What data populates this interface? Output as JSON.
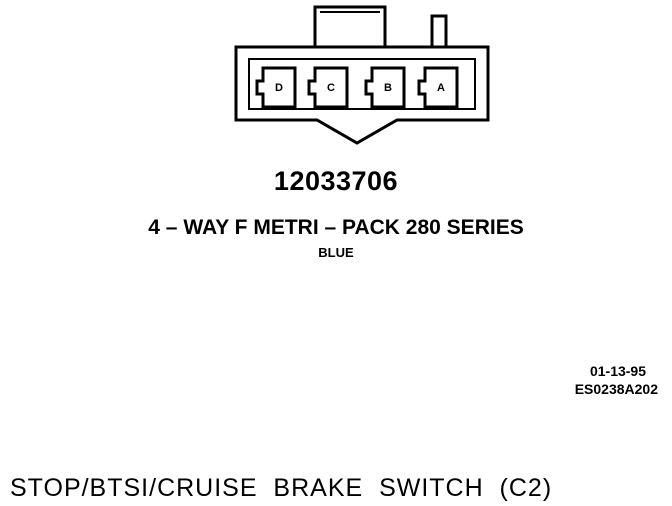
{
  "connector": {
    "part_number": "12033706",
    "description": "4 – WAY F METRI – PACK 280 SERIES",
    "color": "BLUE",
    "cavities": [
      {
        "label": "D"
      },
      {
        "label": "C"
      },
      {
        "label": "B"
      },
      {
        "label": "A"
      }
    ]
  },
  "date_code": "01-13-95",
  "drawing_code": "ES0238A202",
  "component_name": "STOP/BTSI/CRUISE  BRAKE  SWITCH  (C2)"
}
